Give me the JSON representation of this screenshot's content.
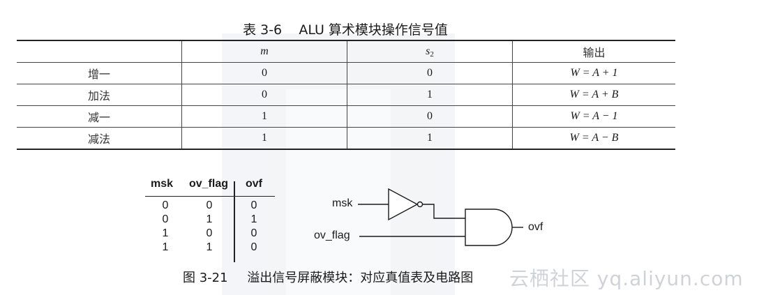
{
  "table": {
    "caption_number": "表 3-6",
    "caption_title": "ALU 算术模块操作信号值",
    "headers": {
      "label": "",
      "m": "m",
      "s_base": "s",
      "s_sub": "2",
      "output": "输出"
    },
    "rows": [
      {
        "label": "增一",
        "m": "0",
        "s2": "0",
        "output": "W = A + 1"
      },
      {
        "label": "加法",
        "m": "0",
        "s2": "1",
        "output": "W = A + B"
      },
      {
        "label": "减一",
        "m": "1",
        "s2": "0",
        "output": "W = A − 1"
      },
      {
        "label": "减法",
        "m": "1",
        "s2": "1",
        "output": "W = A − B"
      }
    ]
  },
  "truth_table": {
    "headers": [
      "msk",
      "ov_flag",
      "ovf"
    ],
    "rows": [
      [
        "0",
        "0",
        "0"
      ],
      [
        "0",
        "1",
        "1"
      ],
      [
        "1",
        "0",
        "0"
      ],
      [
        "1",
        "1",
        "0"
      ]
    ]
  },
  "circuit": {
    "input_msk": "msk",
    "input_ov_flag": "ov_flag",
    "output": "ovf",
    "gates": [
      "not-gate",
      "and-gate"
    ]
  },
  "figure": {
    "number": "图 3-21",
    "title": "溢出信号屏蔽模块：对应真值表及电路图"
  },
  "watermark": "云栖社区 yq.aliyun.com"
}
